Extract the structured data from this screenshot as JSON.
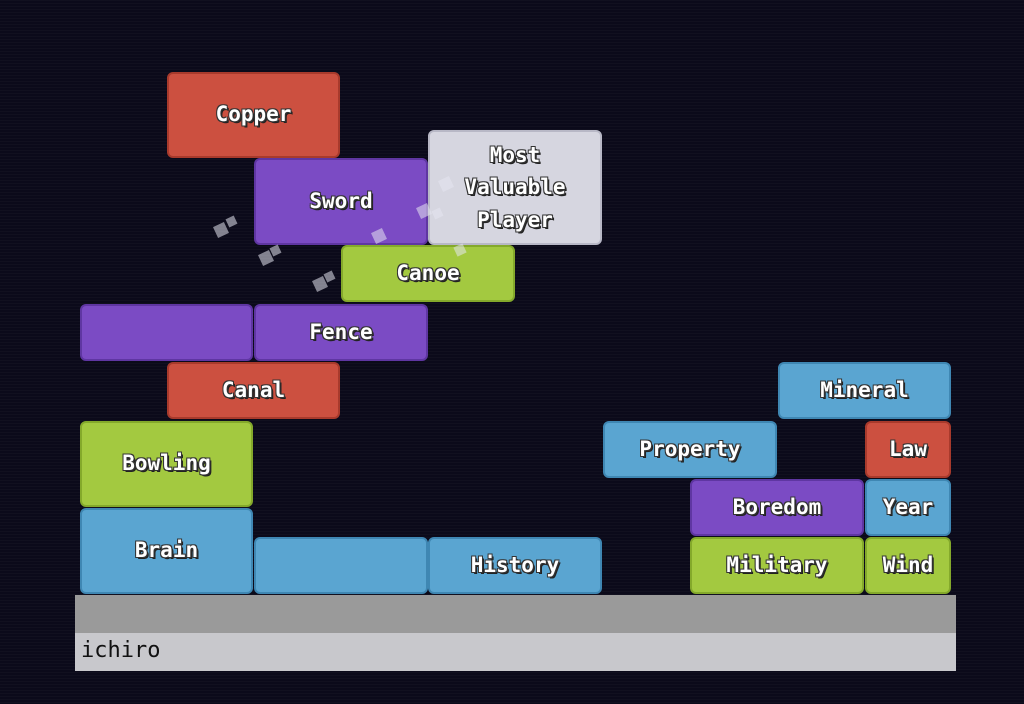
{
  "input": {
    "text": "ichiro"
  },
  "blocks": {
    "copper": {
      "label": "Copper",
      "color": "red"
    },
    "sword": {
      "label": "Sword",
      "color": "purple"
    },
    "mvp": {
      "label": "Most Valuable Player",
      "color": "white"
    },
    "canoe": {
      "label": "Canoe",
      "color": "green"
    },
    "blank_purple": {
      "label": "",
      "color": "purple"
    },
    "fence": {
      "label": "Fence",
      "color": "purple"
    },
    "canal": {
      "label": "Canal",
      "color": "red"
    },
    "bowling": {
      "label": "Bowling",
      "color": "green"
    },
    "brain": {
      "label": "Brain",
      "color": "blue"
    },
    "blank_blue": {
      "label": "",
      "color": "blue"
    },
    "history": {
      "label": "History",
      "color": "blue"
    },
    "mineral": {
      "label": "Mineral",
      "color": "blue"
    },
    "property": {
      "label": "Property",
      "color": "blue"
    },
    "law": {
      "label": "Law",
      "color": "red"
    },
    "boredom": {
      "label": "Boredom",
      "color": "purple"
    },
    "year": {
      "label": "Year",
      "color": "blue"
    },
    "military": {
      "label": "Military",
      "color": "green"
    },
    "wind": {
      "label": "Wind",
      "color": "green"
    }
  },
  "colors": {
    "background": "#0b0a1a",
    "red": "#cc5040",
    "purple": "#7b4bc4",
    "blue": "#5aa5d1",
    "green": "#a3c940",
    "white": "#d6d6e0",
    "floor": "#9a9a9a",
    "input_bar": "#c8c8cc"
  }
}
